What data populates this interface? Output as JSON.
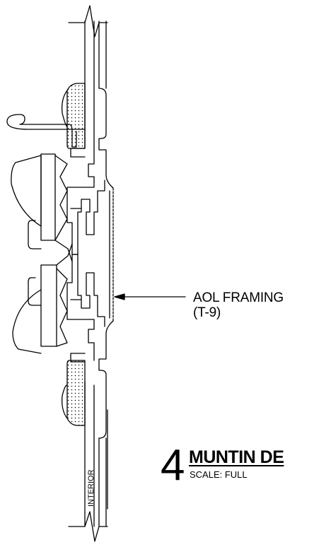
{
  "callout": {
    "line1": "AOL FRAMING",
    "line2": "(T-9)"
  },
  "detail": {
    "number": "4",
    "title": "MUNTIN DE",
    "scale": "SCALE:  FULL"
  },
  "labels": {
    "interior": "INTERIOR"
  },
  "colors": {
    "ink": "#000000",
    "background": "#ffffff"
  }
}
